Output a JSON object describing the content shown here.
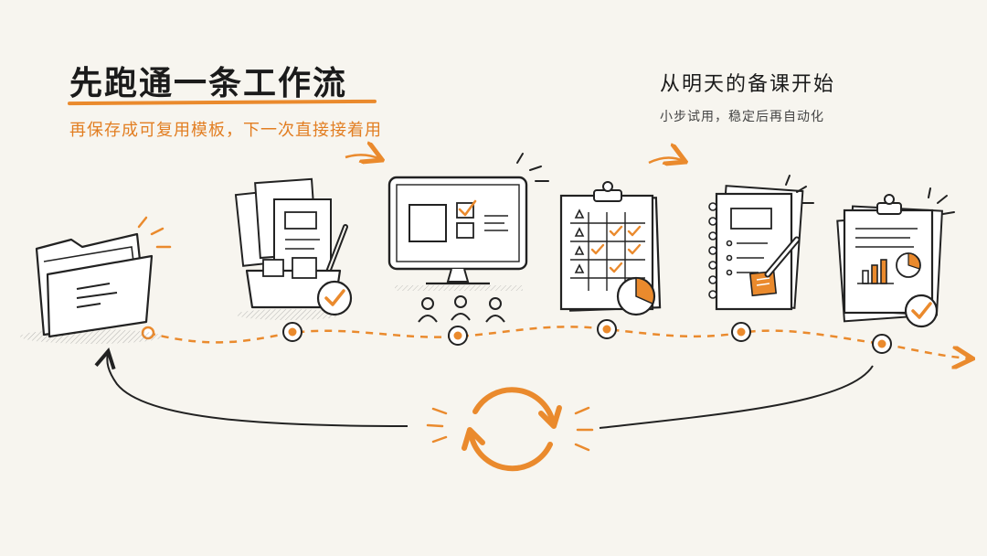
{
  "header": {
    "title": "先跑通一条工作流",
    "subtitle": "再保存成可复用模板，下一次直接接着用"
  },
  "aside": {
    "title": "从明天的备课开始",
    "subtitle": "小步试用，稳定后再自动化"
  },
  "colors": {
    "accent": "#ea8a2d",
    "ink": "#1b1b1b",
    "background": "#f7f5ef"
  },
  "workflow": {
    "steps": [
      {
        "icon": "folder-icon"
      },
      {
        "icon": "materials-box-icon"
      },
      {
        "icon": "monitor-presentation-icon"
      },
      {
        "icon": "checklist-clipboard-icon"
      },
      {
        "icon": "notebook-pen-icon"
      },
      {
        "icon": "report-chart-icon"
      }
    ],
    "loop_icon": "refresh-cycle-icon"
  }
}
